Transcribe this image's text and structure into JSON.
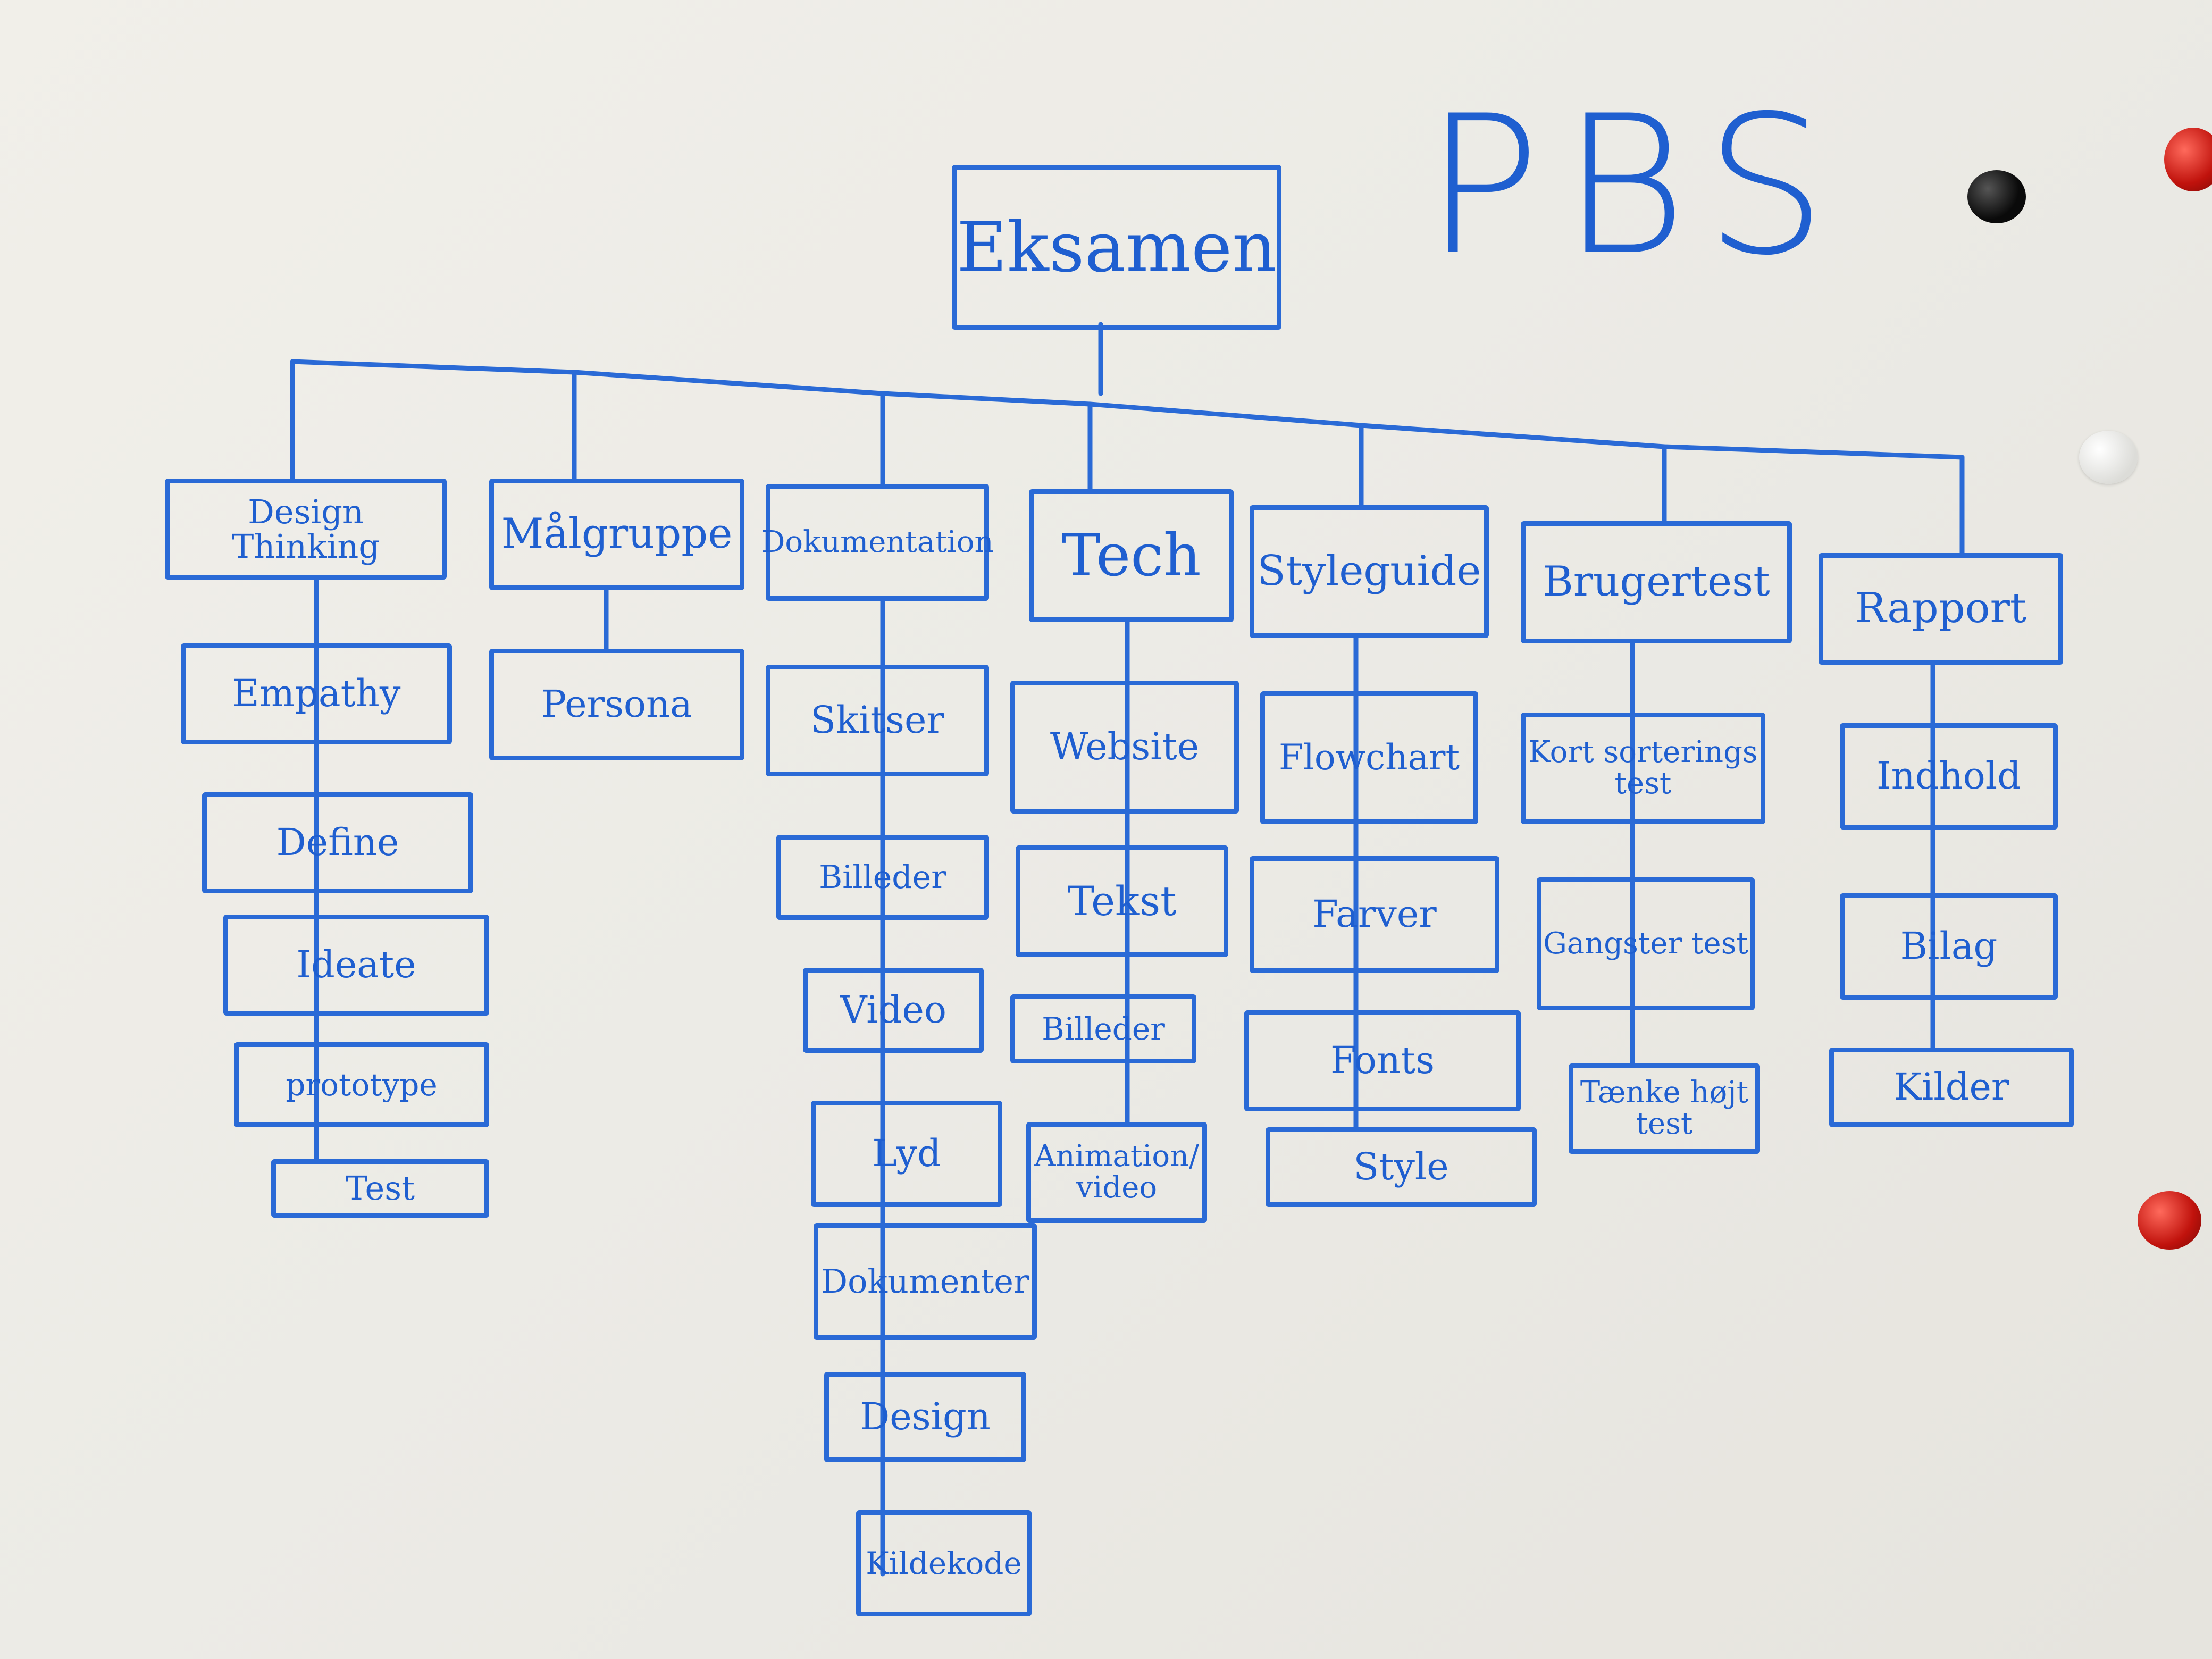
{
  "board_title": "PBS",
  "root": {
    "label": "Eksamen"
  },
  "categories": [
    {
      "label": "Design Thinking",
      "children": [
        "Empathy",
        "Define",
        "Ideate",
        "prototype",
        "Test"
      ]
    },
    {
      "label": "Målgruppe",
      "children": [
        "Persona"
      ]
    },
    {
      "label": "Dokumentation",
      "children": [
        "Skitser",
        "Billeder",
        "Video",
        "Lyd",
        "Dokumenter",
        "Design",
        "Kildekode"
      ]
    },
    {
      "label": "Tech",
      "children": [
        "Website",
        "Tekst",
        "Billeder",
        "Animation/ video"
      ]
    },
    {
      "label": "Styleguide",
      "children": [
        "Flowchart",
        "Farver",
        "Fonts",
        "Style"
      ]
    },
    {
      "label": "Brugertest",
      "children": [
        "Kort sorterings test",
        "Gangster test",
        "Tænke højt test"
      ]
    },
    {
      "label": "Rapport",
      "children": [
        "Indhold",
        "Bilag",
        "Kilder"
      ]
    }
  ],
  "colors": {
    "marker": "#2a6ad6",
    "board": "#eceae4",
    "magnet_red": "#c0120c",
    "magnet_black": "#0a0a0a",
    "magnet_white": "#ffffff"
  }
}
